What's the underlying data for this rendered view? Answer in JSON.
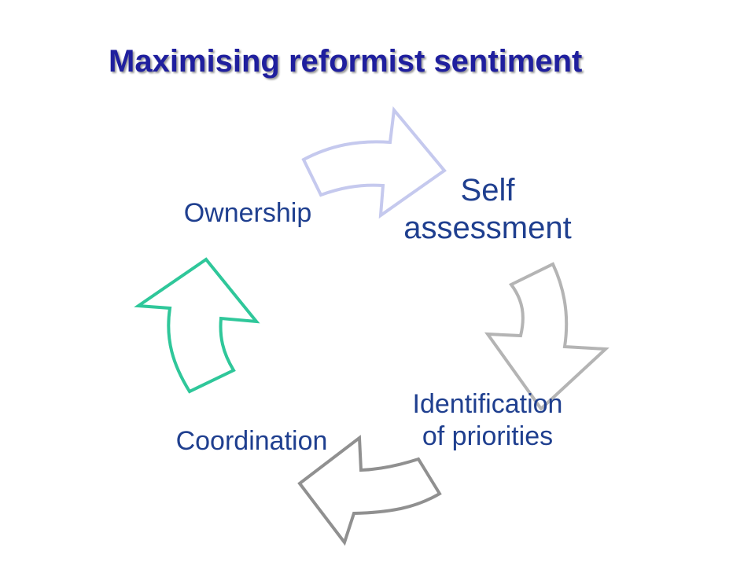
{
  "title": "Maximising reformist sentiment",
  "nodes": {
    "self_assessment": "Self\nassessment",
    "identification": "Identification\nof priorities",
    "coordination": "Coordination",
    "ownership": "Ownership"
  },
  "colors": {
    "title": "#1f1f9e",
    "node_text": "#1f3f8f",
    "arrow_to_self": "#c5c9ee",
    "arrow_to_identification": "#b4b4b4",
    "arrow_to_coordination": "#909090",
    "arrow_to_ownership": "#2fc79a"
  }
}
